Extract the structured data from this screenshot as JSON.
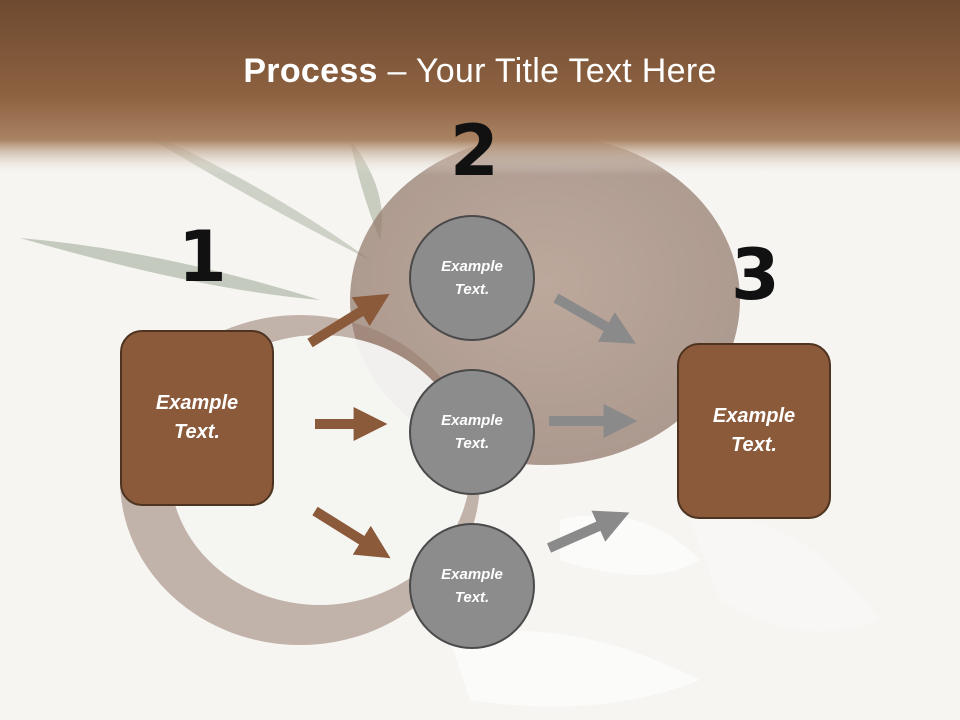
{
  "slide": {
    "title_bold": "Process",
    "title_rest": " – Your Title Text Here"
  },
  "steps": [
    {
      "number": "1",
      "text": "Example Text."
    },
    {
      "number": "2",
      "text": "Example Text."
    },
    {
      "number": "3",
      "text": "Example Text."
    }
  ],
  "circles": [
    {
      "text": "Example Text."
    },
    {
      "text": "Example Text."
    },
    {
      "text": "Example Text."
    }
  ],
  "colors": {
    "header_brown": "#8a5d3e",
    "box_fill": "#8b5a3b",
    "box_border": "#4d3320",
    "circle_fill": "#8c8c8c",
    "circle_border": "#4a4a4a",
    "arrow_brown": "#8b5a3b",
    "arrow_gray": "#8a8a8a"
  }
}
